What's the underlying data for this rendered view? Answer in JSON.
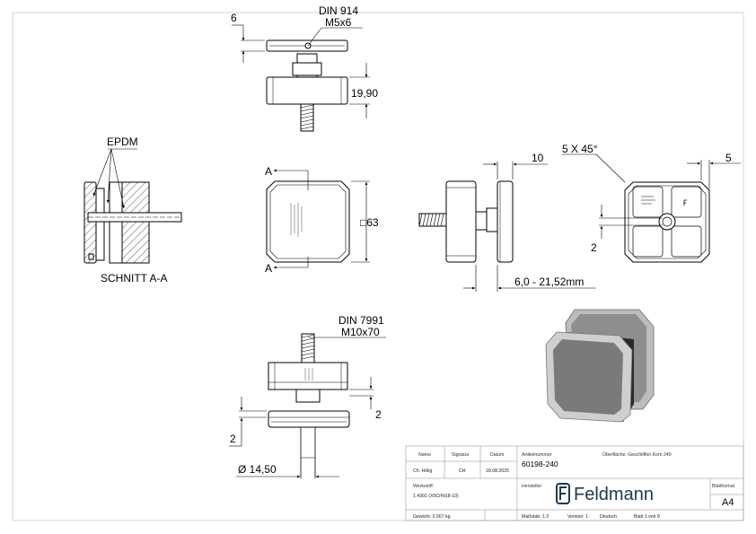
{
  "top_view": {
    "din_label": "DIN 914",
    "screw_label": "M5x6",
    "dim_left": "6",
    "dim_right": "19,90"
  },
  "section": {
    "material_label": "EPDM",
    "caption": "SCHNITT A-A"
  },
  "front_view": {
    "cut_label_top": "A",
    "cut_label_bottom": "A",
    "square_dim": "□63"
  },
  "side_view": {
    "dim_thickness": "10",
    "dim_range": "6,0 - 21,52mm"
  },
  "back_view": {
    "chamfer": "5 X 45°",
    "dim_top_right": "5",
    "dim_left": "2"
  },
  "bottom_view": {
    "din_label": "DIN 7991",
    "screw_label": "M10x70",
    "dim_right": "2",
    "dim_left": "2",
    "diameter": "Ø 14,50"
  },
  "title_block": {
    "col_name": "Name",
    "col_signatur": "Signatur",
    "col_datum": "Datum",
    "name": "Ch. Hölig",
    "signatur": "CH",
    "datum": "18.08.2025",
    "artikelnummer_label": "Artikelnummer",
    "artikelnummer": "60198-240",
    "oberflaeche": "Oberfläche:  Geschliffen Korn 240",
    "werkstoff_label": "Werkstoff:",
    "werkstoff": "1.4301 (X5CrNi18-10)",
    "hersteller_label": "Hersteller",
    "company": "Feldmann",
    "blattformat_label": "Blattformat",
    "blattformat": "A4",
    "gewicht": "Gewicht: 0.567 kg",
    "massstab": "Maßstab: 1:2",
    "version": "Version: 1",
    "sprache": "Deutsch",
    "blatt": "Blatt 1 von 8"
  },
  "colors": {
    "line": "#000000",
    "hatch": "#555555",
    "render_face": "#7a7a7a",
    "render_edge": "#c9c9c9",
    "logo": "#203852"
  }
}
